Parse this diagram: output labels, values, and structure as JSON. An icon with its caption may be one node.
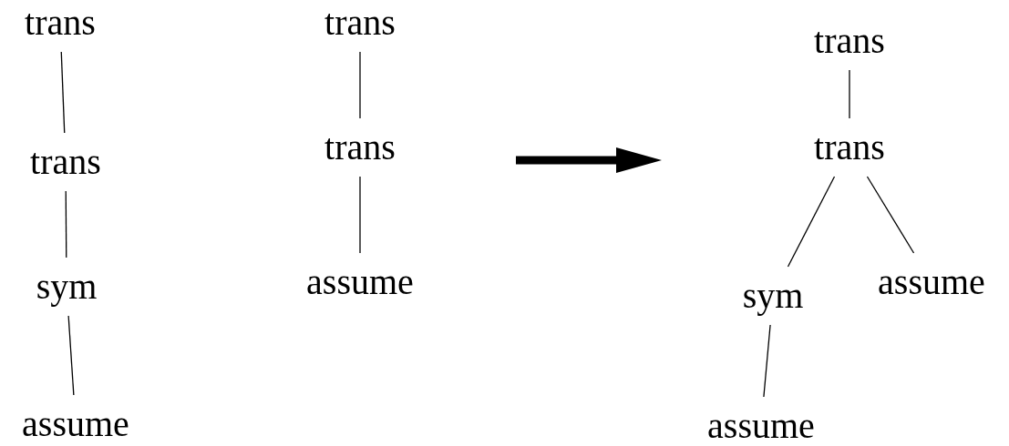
{
  "diagram": {
    "nodes": [
      {
        "text": [
          "trans"
        ]
      },
      {
        "text": [
          "trans"
        ]
      },
      {
        "text": [
          "sym"
        ]
      },
      {
        "text": [
          "assume"
        ]
      },
      {
        "text": [
          "trans"
        ]
      },
      {
        "text": [
          "trans"
        ]
      },
      {
        "text": [
          "assume"
        ]
      },
      {
        "text": [
          "trans"
        ]
      },
      {
        "text": [
          "trans"
        ]
      },
      {
        "text": [
          "sym"
        ]
      },
      {
        "text": [
          "assume"
        ]
      },
      {
        "text": [
          "assume"
        ]
      }
    ],
    "edges": [
      {
        "from": 0,
        "to": 1,
        "arrow": "none"
      },
      {
        "from": 1,
        "to": 2,
        "arrow": "none"
      },
      {
        "from": 2,
        "to": 3,
        "arrow": "none"
      },
      {
        "from": 4,
        "to": 5,
        "arrow": "none"
      },
      {
        "from": 5,
        "to": 6,
        "arrow": "none"
      },
      {
        "from": 7,
        "to": 8,
        "arrow": "none"
      },
      {
        "from": 8,
        "to": 9,
        "arrow": "none"
      },
      {
        "from": 8,
        "to": 11,
        "arrow": "none"
      },
      {
        "from": 9,
        "to": 10,
        "arrow": "none"
      }
    ]
  }
}
